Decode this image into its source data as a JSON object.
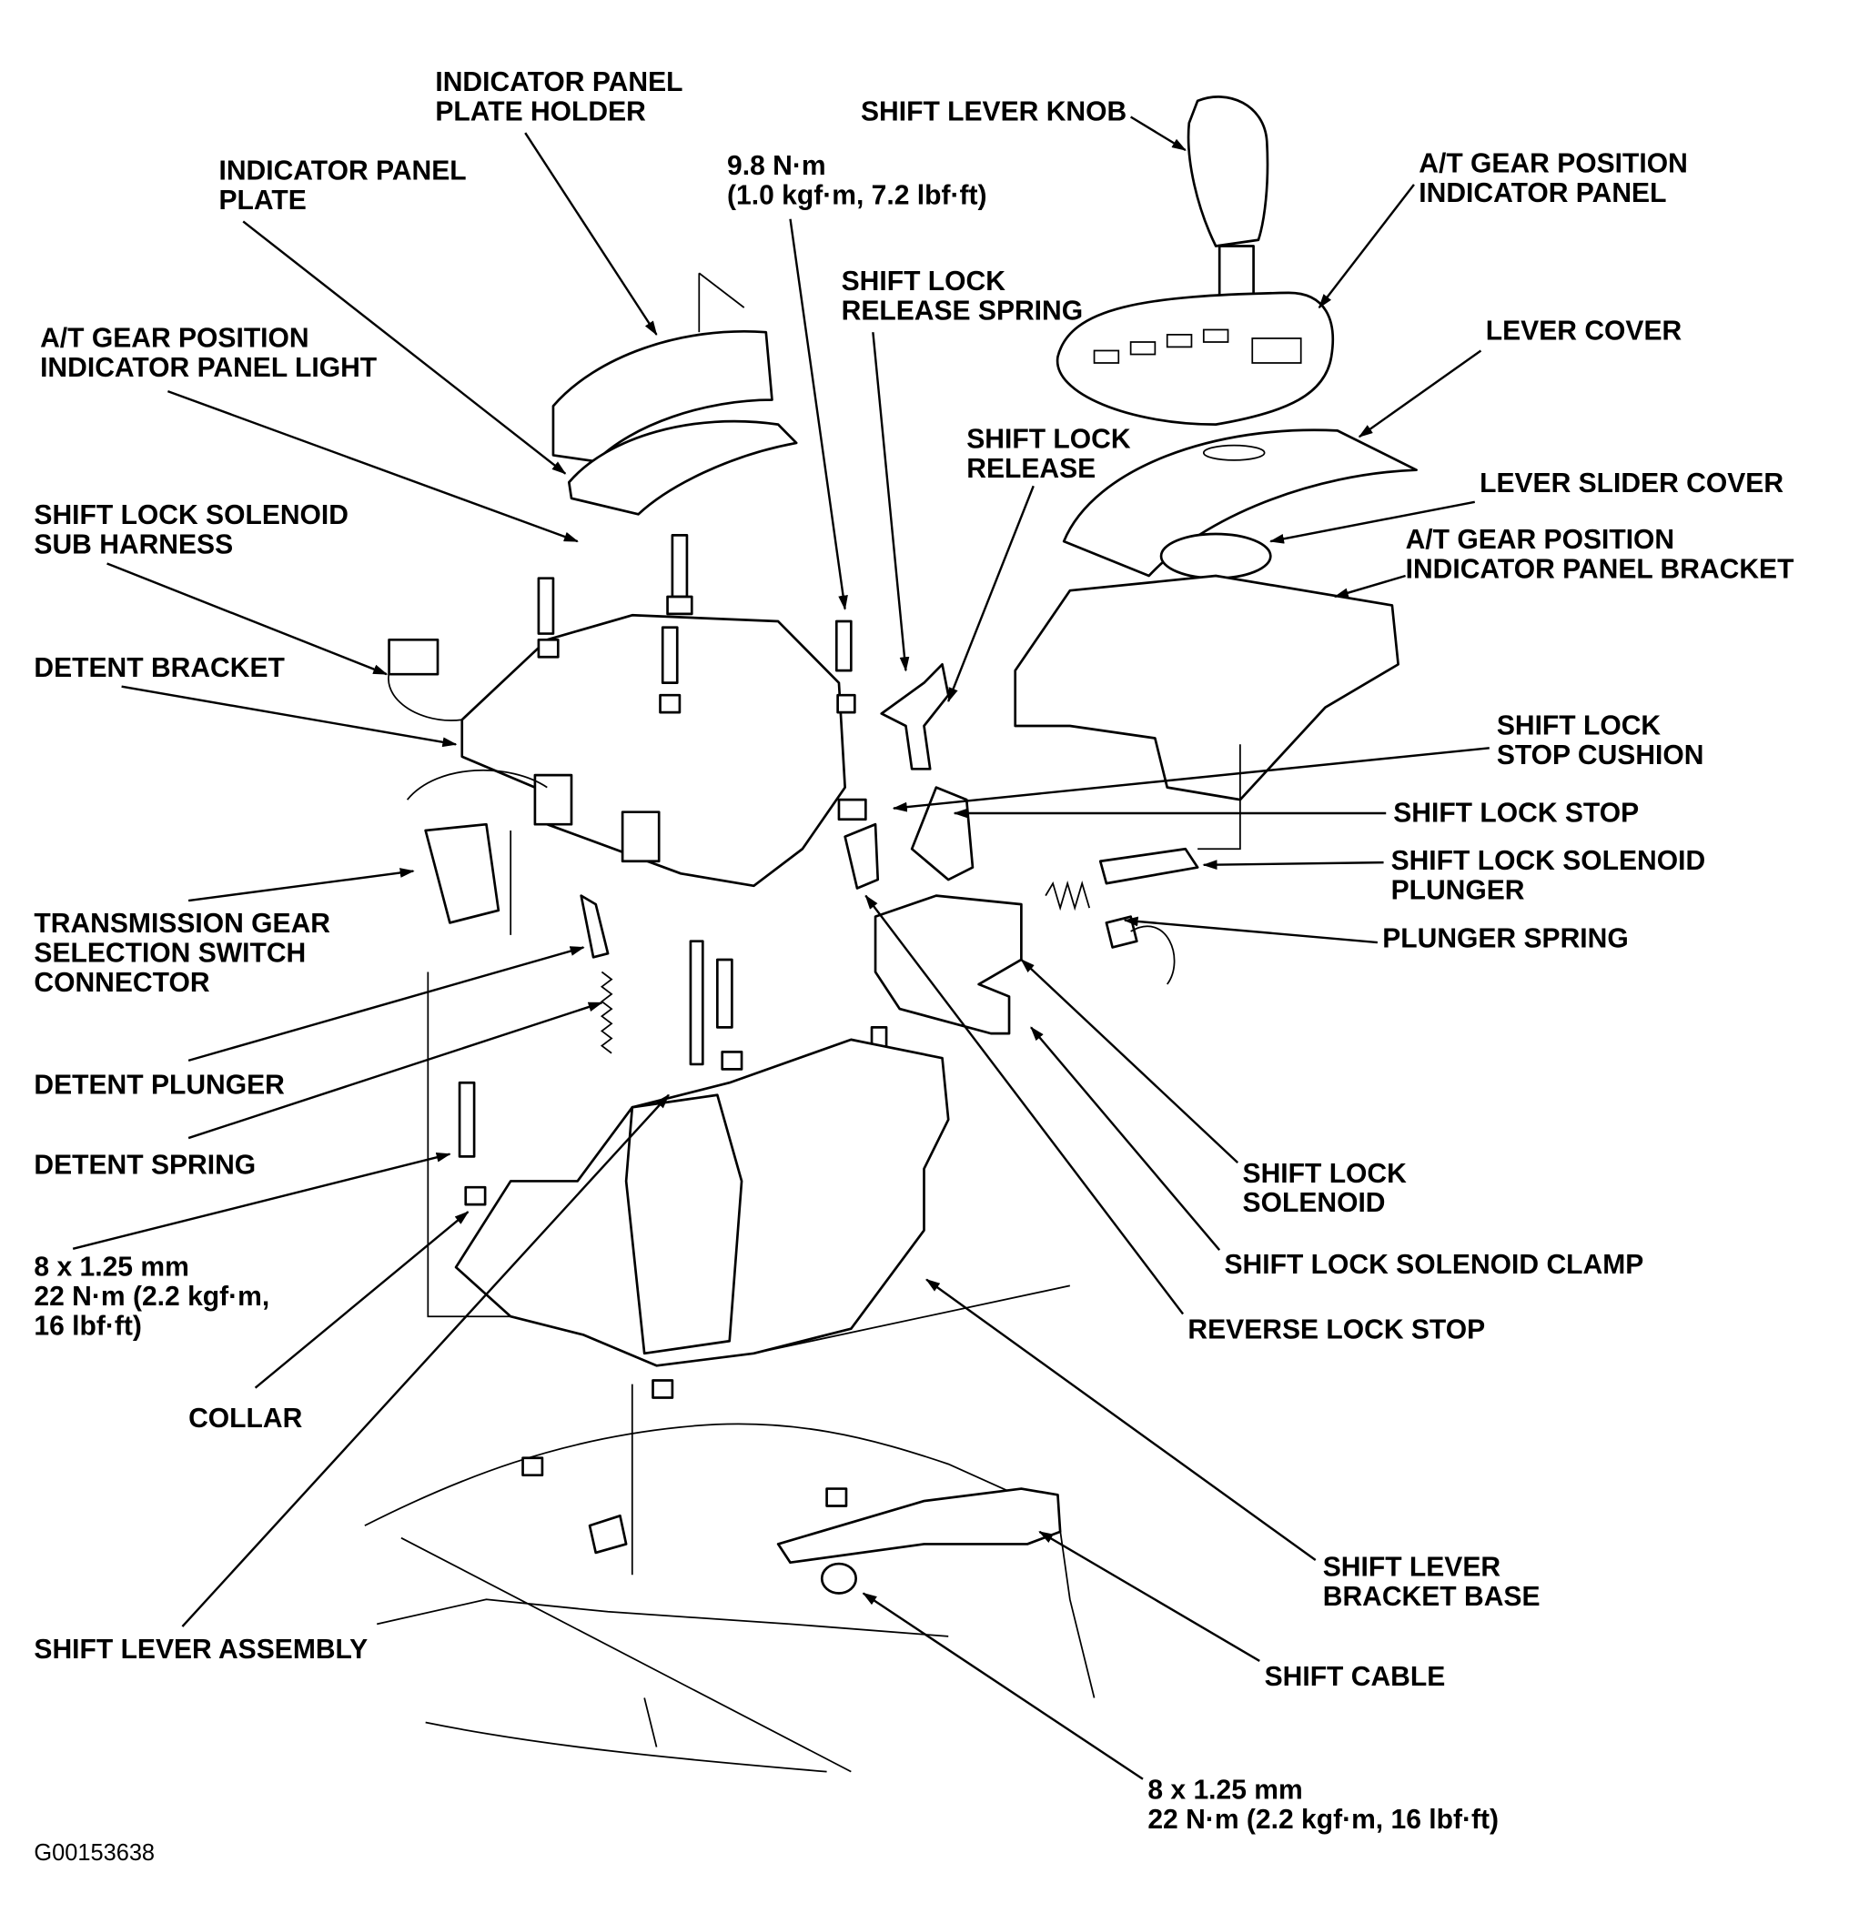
{
  "diagram": {
    "figure_code": "G00153638",
    "labels": [
      {
        "id": "indicator-panel-plate-holder",
        "lines": [
          "INDICATOR PANEL",
          "PLATE HOLDER"
        ]
      },
      {
        "id": "shift-lever-knob",
        "lines": [
          "SHIFT LEVER KNOB"
        ]
      },
      {
        "id": "indicator-panel-plate",
        "lines": [
          "INDICATOR PANEL",
          "PLATE"
        ]
      },
      {
        "id": "torque-9-8",
        "lines": [
          "9.8 N·m",
          "(1.0 kgf·m, 7.2 lbf·ft)"
        ]
      },
      {
        "id": "at-gear-position-indicator-panel",
        "lines": [
          "A/T GEAR POSITION",
          "INDICATOR PANEL"
        ]
      },
      {
        "id": "shift-lock-release-spring",
        "lines": [
          "SHIFT LOCK",
          "RELEASE SPRING"
        ]
      },
      {
        "id": "lever-cover",
        "lines": [
          "LEVER COVER"
        ]
      },
      {
        "id": "at-gear-position-indicator-panel-light",
        "lines": [
          "A/T GEAR POSITION",
          "INDICATOR PANEL LIGHT"
        ]
      },
      {
        "id": "shift-lock-release",
        "lines": [
          "SHIFT LOCK",
          "RELEASE"
        ]
      },
      {
        "id": "lever-slider-cover",
        "lines": [
          "LEVER SLIDER COVER"
        ]
      },
      {
        "id": "shift-lock-solenoid-sub-harness",
        "lines": [
          "SHIFT LOCK SOLENOID",
          "SUB HARNESS"
        ]
      },
      {
        "id": "at-gear-position-indicator-panel-bracket",
        "lines": [
          "A/T GEAR POSITION",
          "INDICATOR PANEL BRACKET"
        ]
      },
      {
        "id": "detent-bracket",
        "lines": [
          "DETENT BRACKET"
        ]
      },
      {
        "id": "shift-lock-stop-cushion",
        "lines": [
          "SHIFT LOCK",
          "STOP CUSHION"
        ]
      },
      {
        "id": "shift-lock-stop",
        "lines": [
          "SHIFT LOCK STOP"
        ]
      },
      {
        "id": "shift-lock-solenoid-plunger",
        "lines": [
          "SHIFT LOCK SOLENOID",
          "PLUNGER"
        ]
      },
      {
        "id": "transmission-gear-selection-switch-connector",
        "lines": [
          "TRANSMISSION GEAR",
          "SELECTION SWITCH",
          "CONNECTOR"
        ]
      },
      {
        "id": "plunger-spring",
        "lines": [
          "PLUNGER SPRING"
        ]
      },
      {
        "id": "detent-plunger",
        "lines": [
          "DETENT PLUNGER"
        ]
      },
      {
        "id": "detent-spring",
        "lines": [
          "DETENT SPRING"
        ]
      },
      {
        "id": "shift-lock-solenoid",
        "lines": [
          "SHIFT LOCK",
          "SOLENOID"
        ]
      },
      {
        "id": "torque-8x1-25-left",
        "lines": [
          "8 x 1.25 mm",
          "22 N·m (2.2 kgf·m,",
          "16 lbf·ft)"
        ]
      },
      {
        "id": "shift-lock-solenoid-clamp",
        "lines": [
          "SHIFT LOCK SOLENOID CLAMP"
        ]
      },
      {
        "id": "reverse-lock-stop",
        "lines": [
          "REVERSE LOCK STOP"
        ]
      },
      {
        "id": "collar",
        "lines": [
          "COLLAR"
        ]
      },
      {
        "id": "shift-lever-bracket-base",
        "lines": [
          "SHIFT LEVER",
          "BRACKET BASE"
        ]
      },
      {
        "id": "shift-lever-assembly",
        "lines": [
          "SHIFT LEVER ASSEMBLY"
        ]
      },
      {
        "id": "shift-cable",
        "lines": [
          "SHIFT CABLE"
        ]
      },
      {
        "id": "torque-8x1-25-bottom",
        "lines": [
          "8 x 1.25 mm",
          "22 N·m (2.2 kgf·m, 16 lbf·ft)"
        ]
      }
    ]
  }
}
